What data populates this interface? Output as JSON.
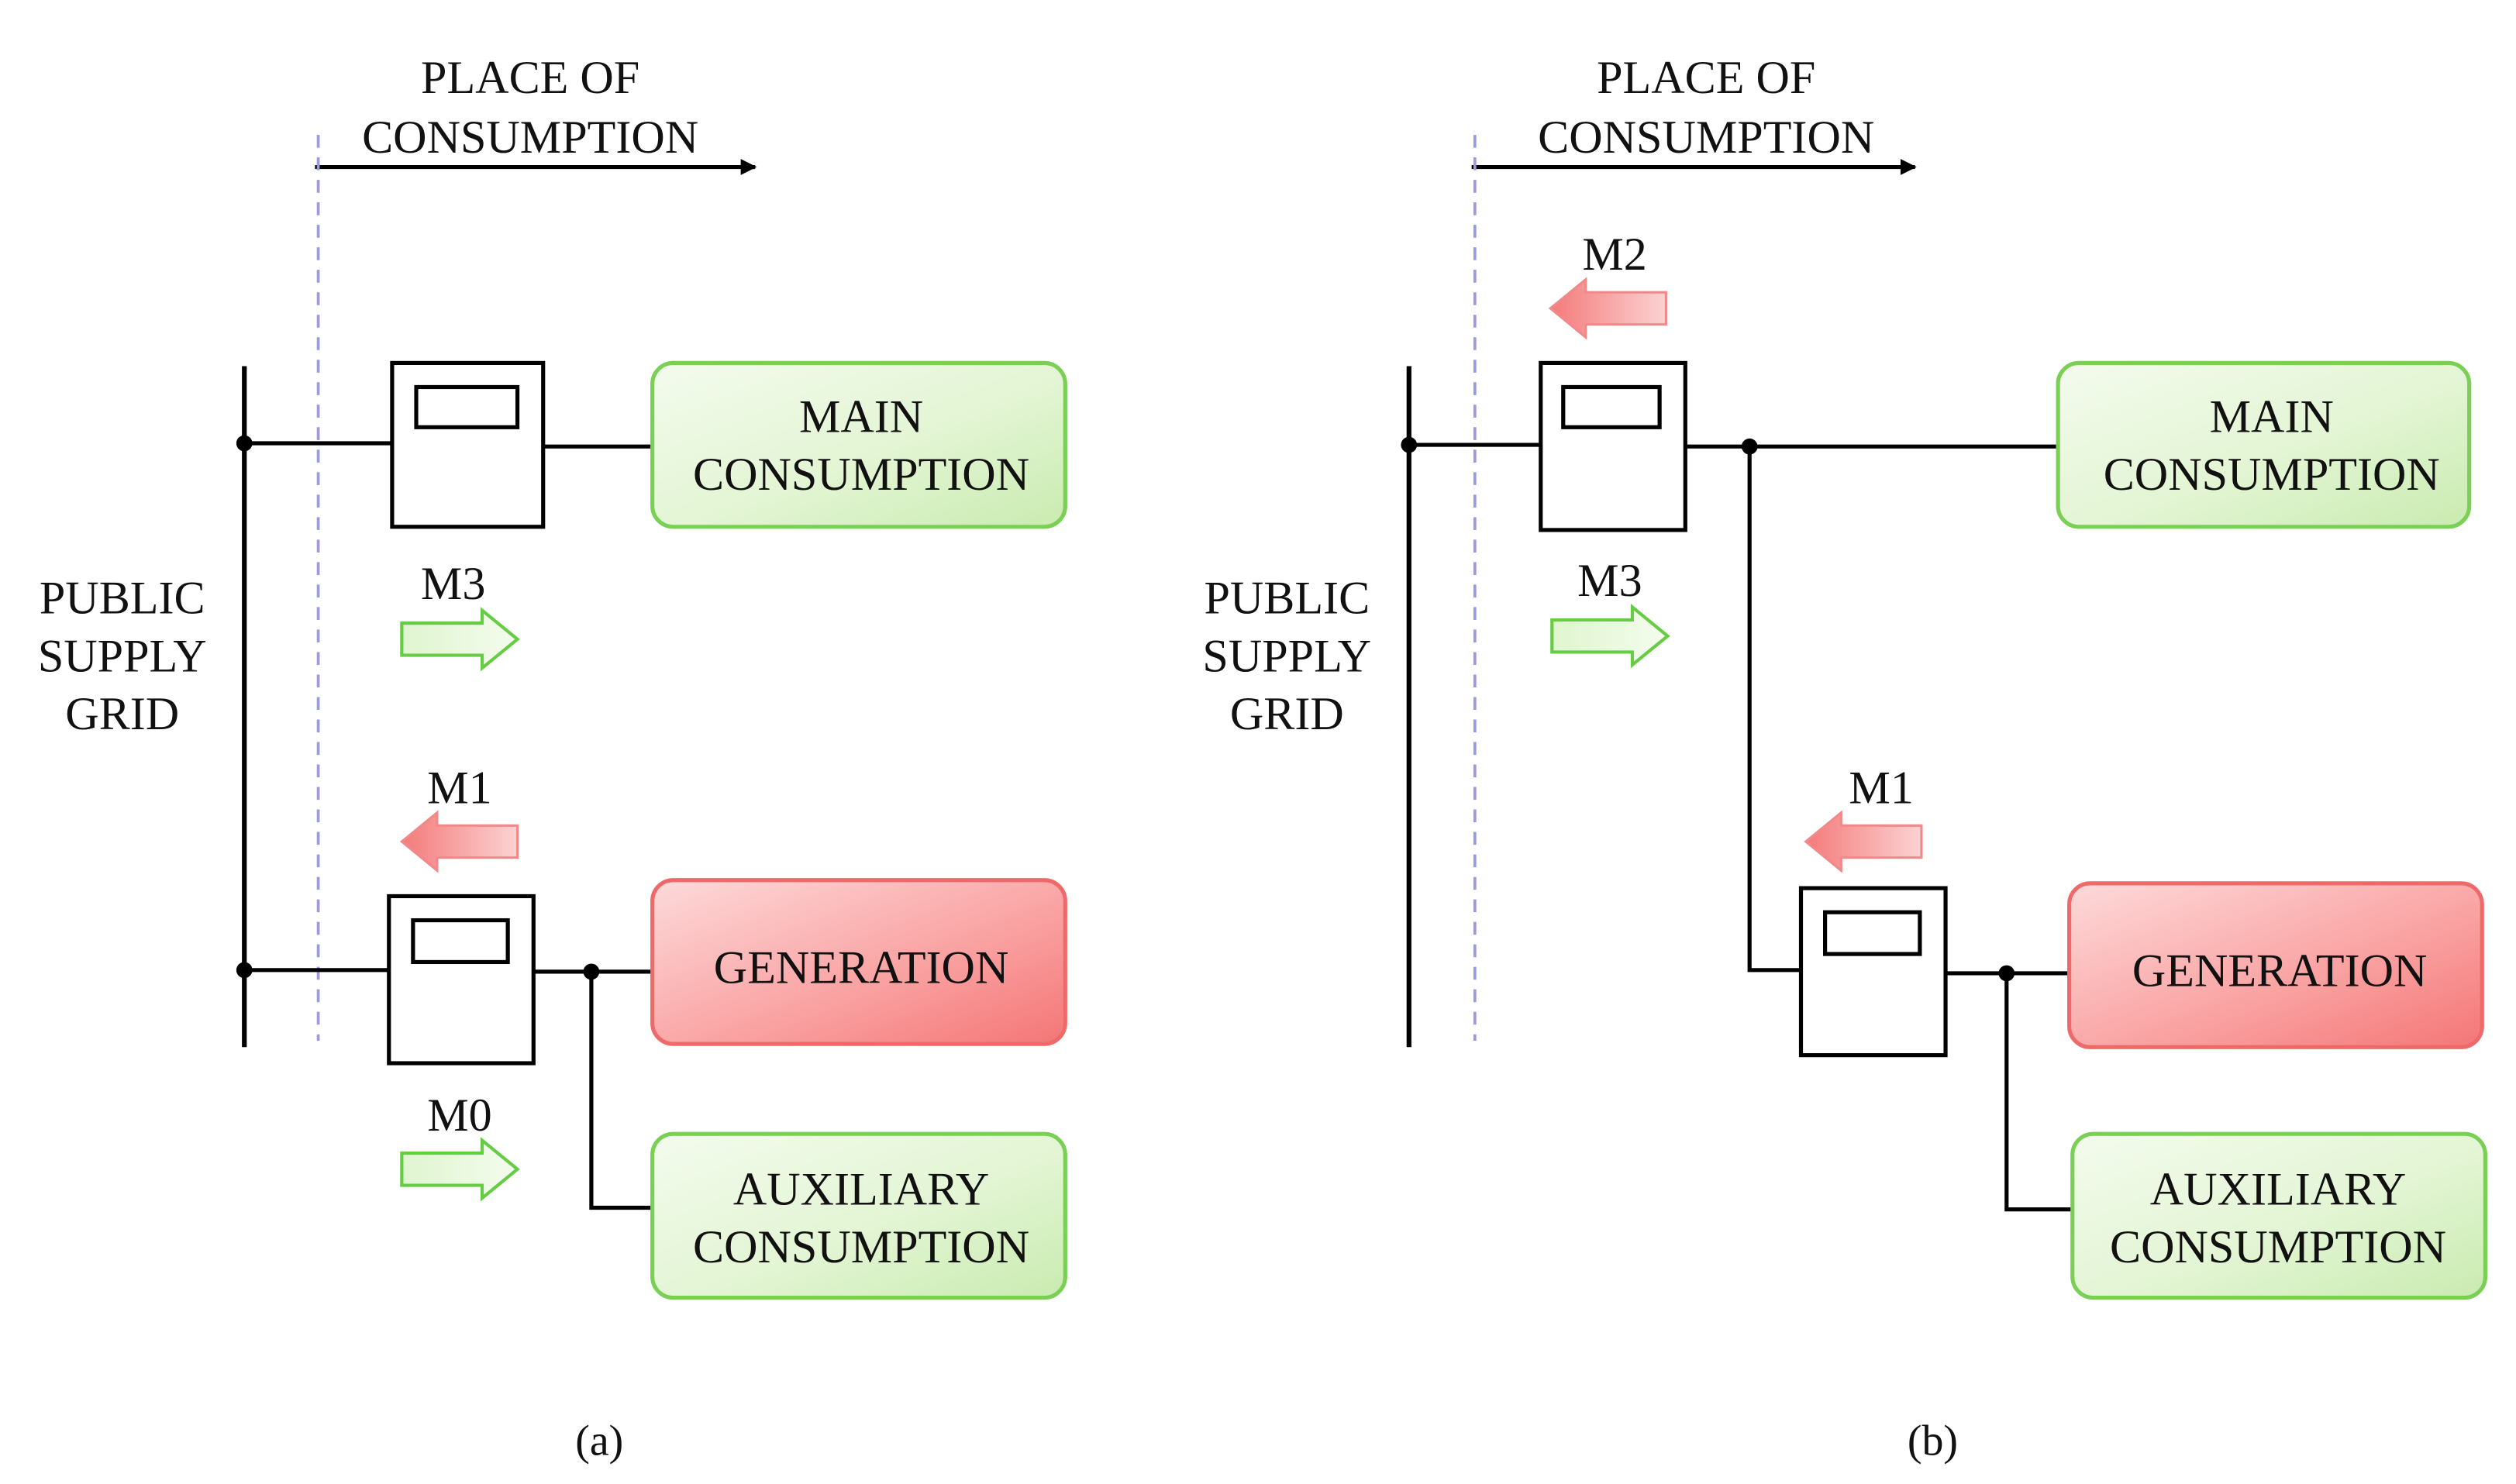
{
  "panel_a": {
    "place_label": [
      "PLACE OF",
      "CONSUMPTION"
    ],
    "grid_label": [
      "PUBLIC",
      "SUPPLY",
      "GRID"
    ],
    "main_consumption": [
      "MAIN",
      "CONSUMPTION"
    ],
    "generation": "GENERATION",
    "auxiliary_consumption": [
      "AUXILIARY",
      "CONSUMPTION"
    ],
    "m3": "M3",
    "m1": "M1",
    "m0": "M0",
    "caption": "(a)"
  },
  "panel_b": {
    "place_label": [
      "PLACE OF",
      "CONSUMPTION"
    ],
    "grid_label": [
      "PUBLIC",
      "SUPPLY",
      "GRID"
    ],
    "main_consumption": [
      "MAIN",
      "CONSUMPTION"
    ],
    "generation": "GENERATION",
    "auxiliary_consumption": [
      "AUXILIARY",
      "CONSUMPTION"
    ],
    "m2": "M2",
    "m3": "M3",
    "m1": "M1",
    "caption": "(b)"
  },
  "colors": {
    "consumption_box": "#e6f6d8",
    "consumption_border": "#7ad055",
    "generation_box": "#f98a8a",
    "generation_border": "#ee6a6a",
    "import_arrow": "#66cc44",
    "export_arrow": "#f08a8a",
    "boundary_line": "#9a9ae0"
  }
}
